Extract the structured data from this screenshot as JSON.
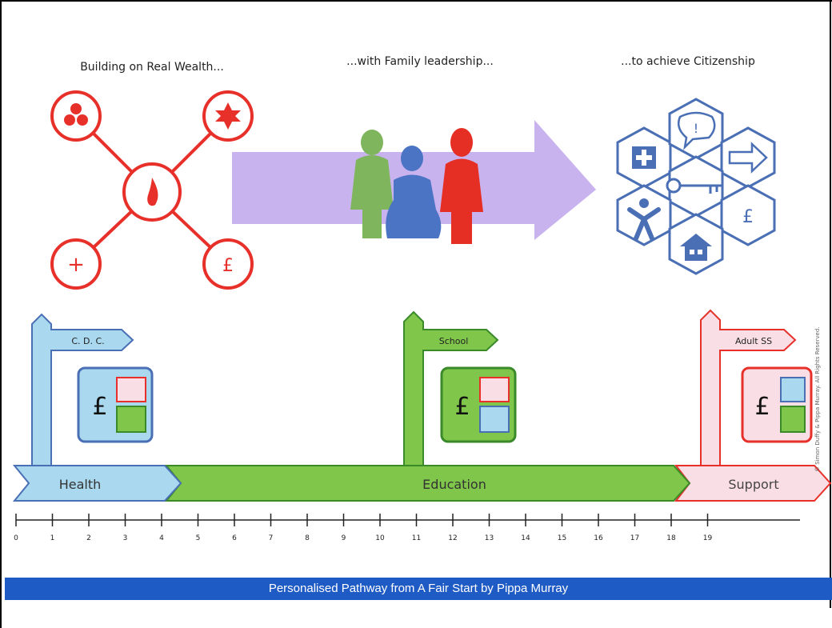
{
  "headings": {
    "wealth": "Building on Real Wealth...",
    "family": "...with Family leadership...",
    "citizenship": "...to achieve Citizenship"
  },
  "wealth_icons": [
    "three-dots",
    "star",
    "flame",
    "plus",
    "pound"
  ],
  "wealth_labels": {
    "plus": "+",
    "pound": "£"
  },
  "citizenship_icons": [
    "medical-kit",
    "speech-bubble",
    "arrow",
    "key",
    "person",
    "pound",
    "house"
  ],
  "citizenship_labels": {
    "speech": "!",
    "pound": "£"
  },
  "signposts": [
    {
      "label": "C. D. C.",
      "color": "#a9d8ef"
    },
    {
      "label": "School",
      "color": "#7fc64a"
    },
    {
      "label": "Adult SS",
      "color": "#f9dfe5"
    }
  ],
  "budget_symbol": "£",
  "stages": [
    {
      "label": "Health",
      "color": "#a9d8ef"
    },
    {
      "label": "Education",
      "color": "#7fc64a"
    },
    {
      "label": "Support",
      "color": "#f9dfe5"
    }
  ],
  "timeline_ticks": [
    "0",
    "1",
    "2",
    "3",
    "4",
    "5",
    "6",
    "7",
    "8",
    "9",
    "10",
    "11",
    "12",
    "13",
    "14",
    "15",
    "16",
    "17",
    "18",
    "19"
  ],
  "caption": "Personalised Pathway from A Fair Start by Pippa Murray",
  "copyright": "© Simon Duffy & Pippa Murray. All Rights Reserved.",
  "colors": {
    "wealth_red": "#e8302a",
    "hex_blue": "#4a6fb5",
    "arrow_purple": "#c9b3ef",
    "person_green": "#7fb55d",
    "person_blue": "#4b74c4",
    "person_red": "#e52f24",
    "caption_blue": "#1f5bc4"
  }
}
